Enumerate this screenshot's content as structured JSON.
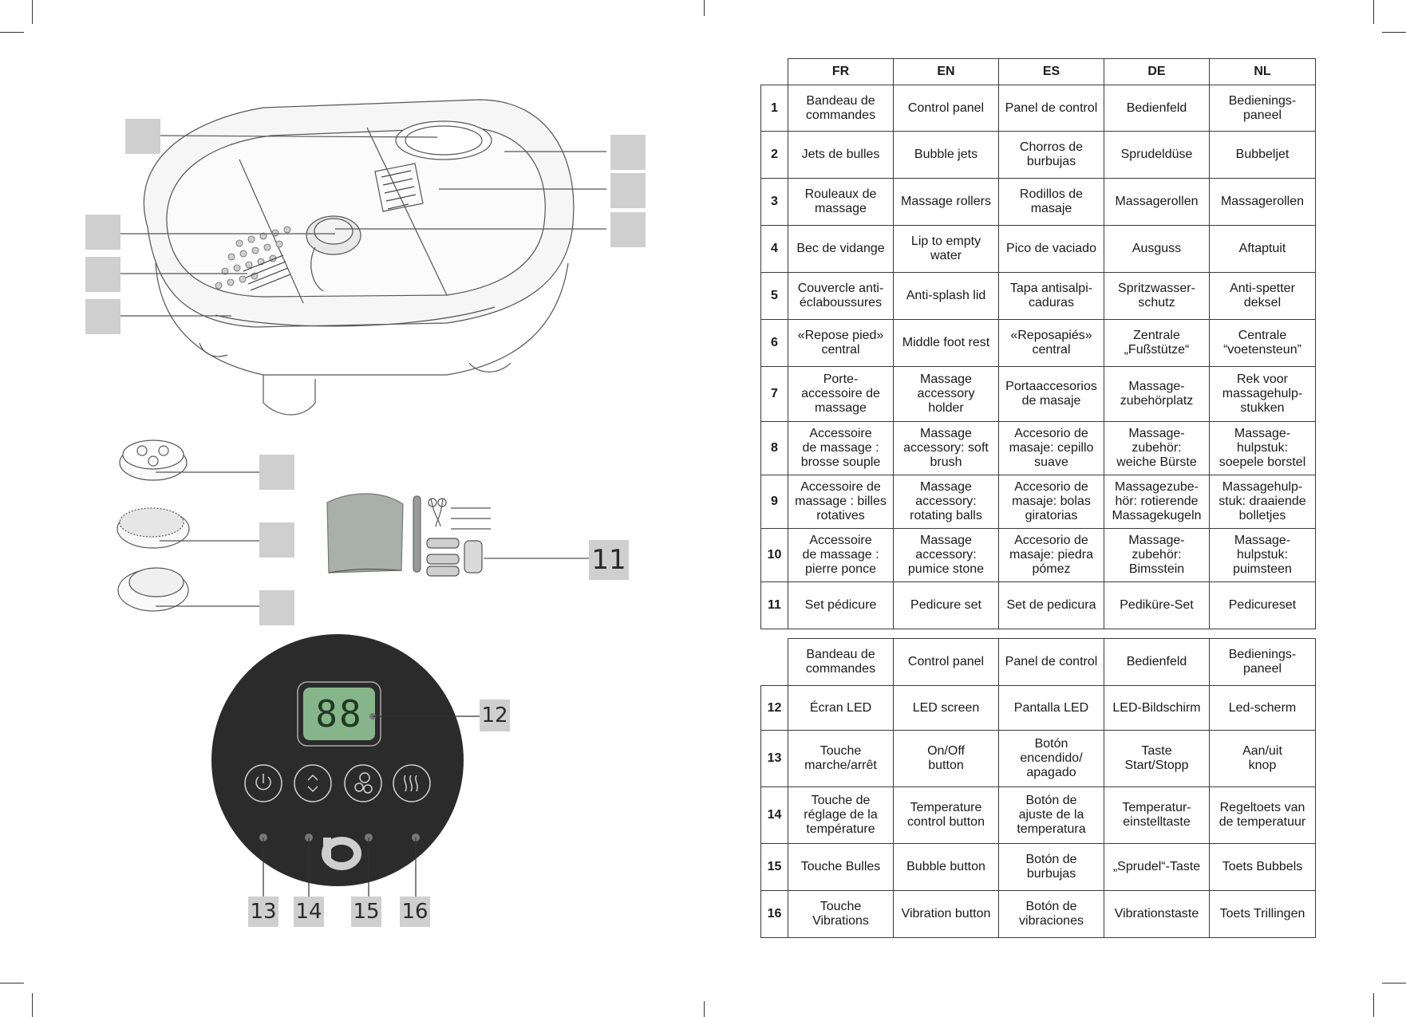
{
  "callouts": {
    "c11": "11",
    "c12": "12",
    "c13": "13",
    "c14": "14",
    "c15": "15",
    "c16": "16"
  },
  "display": {
    "digits": "88"
  },
  "table1": {
    "headers": [
      "FR",
      "EN",
      "ES",
      "DE",
      "NL"
    ],
    "rows": [
      {
        "num": "1",
        "cells": [
          "Bandeau de\ncommandes",
          "Control panel",
          "Panel de control",
          "Bedienfeld",
          "Bedienings-\npaneel"
        ]
      },
      {
        "num": "2",
        "cells": [
          "Jets de bulles",
          "Bubble jets",
          "Chorros de\nburbujas",
          "Sprudeldüse",
          "Bubbeljet"
        ]
      },
      {
        "num": "3",
        "cells": [
          "Rouleaux de\nmassage",
          "Massage rollers",
          "Rodillos de\nmasaje",
          "Massagerollen",
          "Massagerollen"
        ]
      },
      {
        "num": "4",
        "cells": [
          "Bec de vidange",
          "Lip to empty\nwater",
          "Pico de vaciado",
          "Ausguss",
          "Aftaptuit"
        ]
      },
      {
        "num": "5",
        "cells": [
          "Couvercle anti-\néclaboussures",
          "Anti-splash lid",
          "Tapa antisalpi-\ncaduras",
          "Spritzwasser-\nschutz",
          "Anti-spetter\ndeksel"
        ]
      },
      {
        "num": "6",
        "cells": [
          "«Repose pied»\ncentral",
          "Middle foot rest",
          "«Reposapiés»\ncentral",
          "Zentrale\n„Fußstütze“",
          "Centrale\n“voetensteun”"
        ]
      },
      {
        "num": "7",
        "cells": [
          "Porte-\naccessoire de\nmassage",
          "Massage\naccessory\nholder",
          "Portaaccesorios\nde masaje",
          "Massage-\nzubehörplatz",
          "Rek voor\nmassagehulp-\nstukken"
        ]
      },
      {
        "num": "8",
        "cells": [
          "Accessoire\nde massage :\nbrosse souple",
          "Massage\naccessory: soft\nbrush",
          "Accesorio de\nmasaje: cepillo\nsuave",
          "Massage-\nzubehör:\nweiche Bürste",
          "Massage-\nhulpstuk:\nsoepele borstel"
        ]
      },
      {
        "num": "9",
        "cells": [
          "Accessoire de\nmassage : billes\nrotatives",
          "Massage\naccessory:\nrotating balls",
          "Accesorio de\nmasaje: bolas\ngiratorias",
          "Massagezube-\nhör: rotierende\nMassagekugeln",
          "Massagehulp-\nstuk: draaiende\nbolletjes"
        ]
      },
      {
        "num": "10",
        "cells": [
          "Accessoire\nde massage :\npierre ponce",
          "Massage\naccessory:\npumice stone",
          "Accesorio de\nmasaje: piedra\npómez",
          "Massage-\nzubehör:\nBimsstein",
          "Massage-\nhulpstuk:\npuimsteen"
        ]
      },
      {
        "num": "11",
        "cells": [
          "Set pédicure",
          "Pedicure set",
          "Set de pedicura",
          "Pediküre-Set",
          "Pedicureset"
        ]
      }
    ]
  },
  "table2": {
    "header_cells": [
      "Bandeau de\ncommandes",
      "Control panel",
      "Panel de control",
      "Bedienfeld",
      "Bedienings-\npaneel"
    ],
    "rows": [
      {
        "num": "12",
        "cells": [
          "Écran LED",
          "LED screen",
          "Pantalla LED",
          "LED-Bildschirm",
          "Led-scherm"
        ]
      },
      {
        "num": "13",
        "cells": [
          "Touche\nmarche/arrêt",
          "On/Off\nbutton",
          "Botón\nencendido/\napagado",
          "Taste\nStart/Stopp",
          "Aan/uit\nknop"
        ]
      },
      {
        "num": "14",
        "cells": [
          "Touche de\nréglage de la\ntempérature",
          "Temperature\ncontrol button",
          "Botón de\najuste de la\ntemperatura",
          "Temperatur-\neinstelltaste",
          "Regeltoets van\nde temperatuur"
        ]
      },
      {
        "num": "15",
        "cells": [
          "Touche Bulles",
          "Bubble button",
          "Botón de\nburbujas",
          "„Sprudel“-Taste",
          "Toets Bubbels"
        ]
      },
      {
        "num": "16",
        "cells": [
          "Touche\nVibrations",
          "Vibration button",
          "Botón de\nvibraciones",
          "Vibrationstaste",
          "Toets Trillingen"
        ]
      }
    ]
  }
}
